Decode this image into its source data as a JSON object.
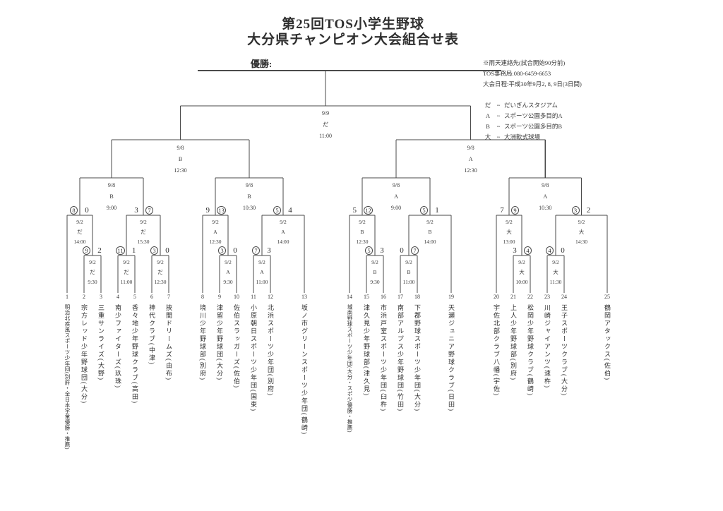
{
  "title": {
    "line1": "第25回TOS小学生野球",
    "line2": "大分県チャンピオン大会組合せ表"
  },
  "champion": {
    "label": "優勝:",
    "value": ""
  },
  "info": [
    "※雨天連絡先(試合開始90分前)",
    "TOS事務局:080-6459-6653",
    "大会日程:平成30年9月2, 8, 9日(3日間)"
  ],
  "legend": [
    {
      "code": "だ",
      "tilde": "~",
      "name": "だいぎんスタジアム"
    },
    {
      "code": "A",
      "tilde": "~",
      "name": "スポーツ公園多目的A"
    },
    {
      "code": "B",
      "tilde": "~",
      "name": "スポーツ公園多目的B"
    },
    {
      "code": "大",
      "tilde": "~",
      "name": "大洲軟式球場"
    }
  ],
  "teams": [
    {
      "no": "1",
      "name": "明治北疾風スポーツ少年団(別府・全日本学童優勝・推薦)"
    },
    {
      "no": "2",
      "name": "宗方レッド少年野球団(大分)"
    },
    {
      "no": "3",
      "name": "三重サンライズ(大野)"
    },
    {
      "no": "4",
      "name": "南少ファイターズ(玖珠)"
    },
    {
      "no": "5",
      "name": "香々地少年野球クラブ(高田)"
    },
    {
      "no": "6",
      "name": "神代クラブ(中津)"
    },
    {
      "no": "7",
      "name": "挾間ドリームズ(由布)"
    },
    {
      "no": "8",
      "name": "境川少年野球部(別府)"
    },
    {
      "no": "9",
      "name": "津留少年野球団(大分)"
    },
    {
      "no": "10",
      "name": "佐伯スラッガーズ(佐伯)"
    },
    {
      "no": "11",
      "name": "小原朝日スポーツ少年団(国東)"
    },
    {
      "no": "12",
      "name": "北浜スポーツ少年団(別府)"
    },
    {
      "no": "13",
      "name": "坂ノ市グリーンスポーツ少年団(鶴崎)"
    },
    {
      "no": "14",
      "name": "城南野球スポーツ少年団(大分・スポ少優勝・推薦)"
    },
    {
      "no": "15",
      "name": "津久見少年野球部(津久見)"
    },
    {
      "no": "16",
      "name": "市浜戸室スポーツ少年団(臼杵)"
    },
    {
      "no": "17",
      "name": "南部アルプス少年野球団(竹田)"
    },
    {
      "no": "18",
      "name": "下郡野球スポーツ少年団(大分)"
    },
    {
      "no": "19",
      "name": "天瀬ジュニア野球クラブ(日田)"
    },
    {
      "no": "20",
      "name": "宇佐北部クラブ八幡(宇佐)"
    },
    {
      "no": "21",
      "name": "上人少年野球部(別府)"
    },
    {
      "no": "22",
      "name": "松岡少年野球クラブ(鶴崎)"
    },
    {
      "no": "23",
      "name": "川崎ジャイアンツ(速杵)"
    },
    {
      "no": "24",
      "name": "王子スポーツクラブ(大分)"
    },
    {
      "no": "25",
      "name": "鶴岡アタックス(佐伯)"
    }
  ],
  "rounds": {
    "round1": [
      {
        "date": "9/2",
        "venue": "だ",
        "time": "9:30",
        "score_left": "9",
        "score_right": "2",
        "winner": "left"
      },
      {
        "date": "9/2",
        "venue": "だ",
        "time": "11:00",
        "score_left": "11",
        "score_right": "1",
        "winner": "left"
      },
      {
        "date": "9/2",
        "venue": "だ",
        "time": "12:30",
        "score_left": "3",
        "score_right": "0",
        "winner": "left"
      },
      {
        "date": "9/2",
        "venue": "A",
        "time": "9:30",
        "score_left": "3",
        "score_right": "0",
        "winner": "left"
      },
      {
        "date": "9/2",
        "venue": "A",
        "time": "11:00",
        "score_left": "7",
        "score_right": "3",
        "winner": "left"
      },
      {
        "date": "9/2",
        "venue": "B",
        "time": "9:30",
        "score_left": "5",
        "score_right": "3",
        "winner": "left"
      },
      {
        "date": "9/2",
        "venue": "B",
        "time": "11:00",
        "score_left": "0",
        "score_right": "7",
        "winner": "right"
      },
      {
        "date": "9/2",
        "venue": "大",
        "time": "10:00",
        "score_left": "3",
        "score_right": "4",
        "winner": "right"
      },
      {
        "date": "9/2",
        "venue": "大",
        "time": "11:30",
        "score_left": "4",
        "score_right": "0",
        "winner": "left"
      }
    ],
    "round2": [
      {
        "date": "9/2",
        "venue": "だ",
        "time": "14:00",
        "score_left": "8",
        "score_right": "0",
        "winner": "left"
      },
      {
        "date": "9/2",
        "venue": "だ",
        "time": "15:30",
        "score_left": "3",
        "score_right": "7",
        "winner": "right"
      },
      {
        "date": "9/2",
        "venue": "A",
        "time": "12:30",
        "score_left": "9",
        "score_right": "13",
        "winner": "right"
      },
      {
        "date": "9/2",
        "venue": "A",
        "time": "14:00",
        "score_left": "5",
        "score_right": "4",
        "winner": "left"
      },
      {
        "date": "9/2",
        "venue": "B",
        "time": "12:30",
        "score_left": "5",
        "score_right": "12",
        "winner": "right"
      },
      {
        "date": "9/2",
        "venue": "B",
        "time": "14:00",
        "score_left": "5",
        "score_right": "1",
        "winner": "left"
      },
      {
        "date": "9/2",
        "venue": "大",
        "time": "13:00",
        "score_left": "7",
        "score_right": "9",
        "winner": "right"
      },
      {
        "date": "9/2",
        "venue": "大",
        "time": "14:30",
        "score_left": "3",
        "score_right": "2",
        "winner": "left"
      }
    ],
    "quarterfinals": [
      {
        "date": "9/8",
        "venue": "B",
        "time": "9:00"
      },
      {
        "date": "9/8",
        "venue": "B",
        "time": "10:30"
      },
      {
        "date": "9/8",
        "venue": "A",
        "time": "9:00"
      },
      {
        "date": "9/8",
        "venue": "A",
        "time": "10:30"
      }
    ],
    "semifinals": [
      {
        "date": "9/8",
        "venue": "B",
        "time": "12:30"
      },
      {
        "date": "9/8",
        "venue": "A",
        "time": "12:30"
      }
    ],
    "final": {
      "date": "9/9",
      "venue": "だ",
      "time": "11:00"
    }
  }
}
